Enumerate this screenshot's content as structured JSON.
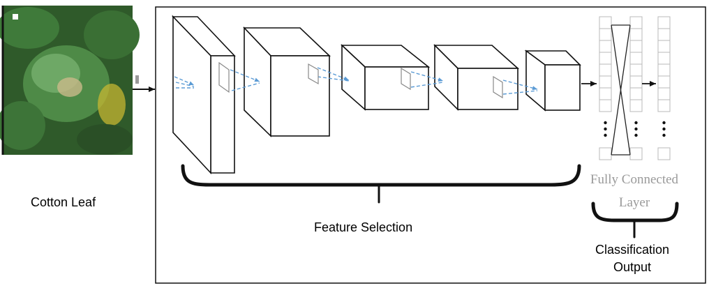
{
  "input": {
    "label": "Cotton Leaf",
    "colors": {
      "background": "#2f5a2a",
      "leaf": "#4e8a47",
      "leaf_light": "#6ea866",
      "disease": "#c9b98a",
      "yellow": "#c6b632"
    }
  },
  "feature_block": {
    "label": "Feature Selection"
  },
  "fc_block": {
    "label_line1": "Fully Connected",
    "label_line2": "Layer"
  },
  "output": {
    "label_line1": "Classification",
    "label_line2": "Output"
  },
  "colors": {
    "stroke": "#111111",
    "kernel_arrows": "#5b9bd5",
    "fc_cells": "#b8b8b8",
    "fc_label": "#9a9a9a"
  }
}
